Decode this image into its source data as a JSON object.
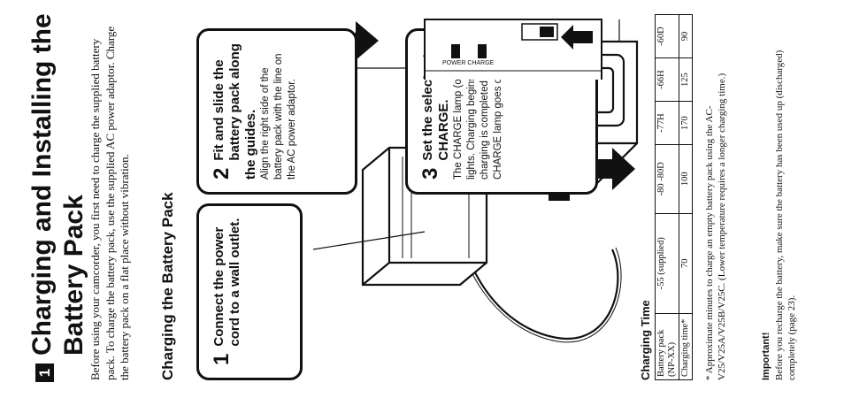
{
  "header": {
    "section_number": "1",
    "title": "Charging and Installing the Battery Pack",
    "intro": "Before using your camcorder, you first need to charge the supplied battery pack. To charge the battery pack, use the supplied AC power adaptor. Charge the battery pack on a flat place without vibration.",
    "subheading": "Charging the Battery Pack"
  },
  "steps": [
    {
      "number": "1",
      "title": "Connect the power cord to a wall outlet.",
      "text": ""
    },
    {
      "number": "2",
      "title": "Fit and slide the battery pack along the guides.",
      "text": "Align the right side of the battery pack with the line on the AC power adaptor."
    },
    {
      "number": "3",
      "title": "Set the selector to CHARGE.",
      "text": "The CHARGE lamp (orange) lights. Charging begins. When charging is completed, the CHARGE lamp goes out."
    }
  ],
  "charger_panel": {
    "selector_label": "POWER CHARGE"
  },
  "charging_time": {
    "heading": "Charging Time",
    "row_labels": [
      "Battery pack (NP-XX)",
      "Charging time*"
    ],
    "columns": [
      {
        "pack": "-55 (supplied)",
        "time": "70"
      },
      {
        "pack": "-80 -80D",
        "time": "100"
      },
      {
        "pack": "-77H",
        "time": "170"
      },
      {
        "pack": "-66H",
        "time": "125"
      },
      {
        "pack": "-60D",
        "time": "90"
      }
    ],
    "note": "* Approximate minutes to charge an empty battery pack using the AC-V25/V25A/V25B/V25C. (Lower temperature requires a longer charging time.)"
  },
  "important": {
    "heading": "Important!",
    "text": "Before you recharge the battery, make sure the battery has been used up (discharged) completely (page 23)."
  }
}
